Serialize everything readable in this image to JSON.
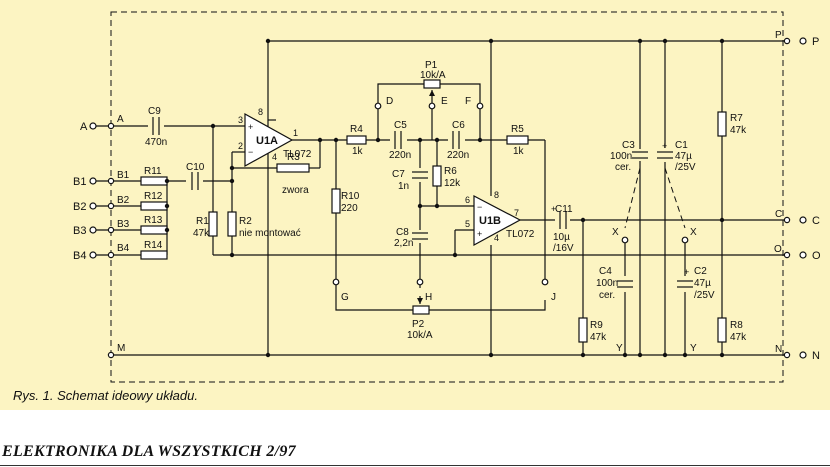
{
  "terminals": {
    "A": "A",
    "B1": "B1",
    "B2": "B2",
    "B3": "B3",
    "B4": "B4",
    "P": "P",
    "C": "C",
    "O": "O",
    "N": "N",
    "M": "M"
  },
  "components": {
    "C9": {
      "name": "C9",
      "value": "470n"
    },
    "R11": {
      "name": "R11"
    },
    "R12": {
      "name": "R12"
    },
    "R13": {
      "name": "R13"
    },
    "R14": {
      "name": "R14"
    },
    "C10": {
      "name": "C10"
    },
    "R1": {
      "name": "R1",
      "value": "47k"
    },
    "R2": {
      "name": "R2",
      "value": "nie montować"
    },
    "R3": {
      "name": "R3",
      "value": "zwora"
    },
    "U1A": {
      "name": "U1A",
      "type": "TL072"
    },
    "R10": {
      "name": "R10",
      "value": "220"
    },
    "R4": {
      "name": "R4",
      "value": "1k"
    },
    "C5": {
      "name": "C5",
      "value": "220n"
    },
    "C6": {
      "name": "C6",
      "value": "220n"
    },
    "P1": {
      "name": "P1",
      "value": "10k/A"
    },
    "C7": {
      "name": "C7",
      "value": "1n"
    },
    "R6": {
      "name": "R6",
      "value": "12k"
    },
    "C8": {
      "name": "C8",
      "value": "2,2n"
    },
    "P2": {
      "name": "P2",
      "value": "10k/A"
    },
    "U1B": {
      "name": "U1B",
      "type": "TL072"
    },
    "R5": {
      "name": "R5",
      "value": "1k"
    },
    "C11": {
      "name": "C11",
      "value": "10µ",
      "rating": "/16V"
    },
    "R9": {
      "name": "R9",
      "value": "47k"
    },
    "C3": {
      "name": "C3",
      "value": "100n",
      "kind": "cer."
    },
    "C1": {
      "name": "C1",
      "value": "47µ",
      "rating": "/25V"
    },
    "C4": {
      "name": "C4",
      "value": "100n",
      "kind": "cer."
    },
    "C2": {
      "name": "C2",
      "value": "47µ",
      "rating": "/25V"
    },
    "R7": {
      "name": "R7",
      "value": "47k"
    },
    "R8": {
      "name": "R8",
      "value": "47k"
    }
  },
  "pins": {
    "u1a_8": "8",
    "u1a_3": "3",
    "u1a_2": "2",
    "u1a_1": "1",
    "u1a_4": "4",
    "u1b_8": "8",
    "u1b_6": "6",
    "u1b_5": "5",
    "u1b_7": "7",
    "u1b_4": "4"
  },
  "nodes": {
    "D": "D",
    "E": "E",
    "F": "F",
    "G": "G",
    "H": "H",
    "J": "J",
    "X1": "X",
    "X2": "X",
    "Y1": "Y",
    "Y2": "Y"
  },
  "caption": "Rys. 1. Schemat ideowy układu.",
  "footer": "ELEKTRONIKA DLA WSZYSTKICH 2/97"
}
